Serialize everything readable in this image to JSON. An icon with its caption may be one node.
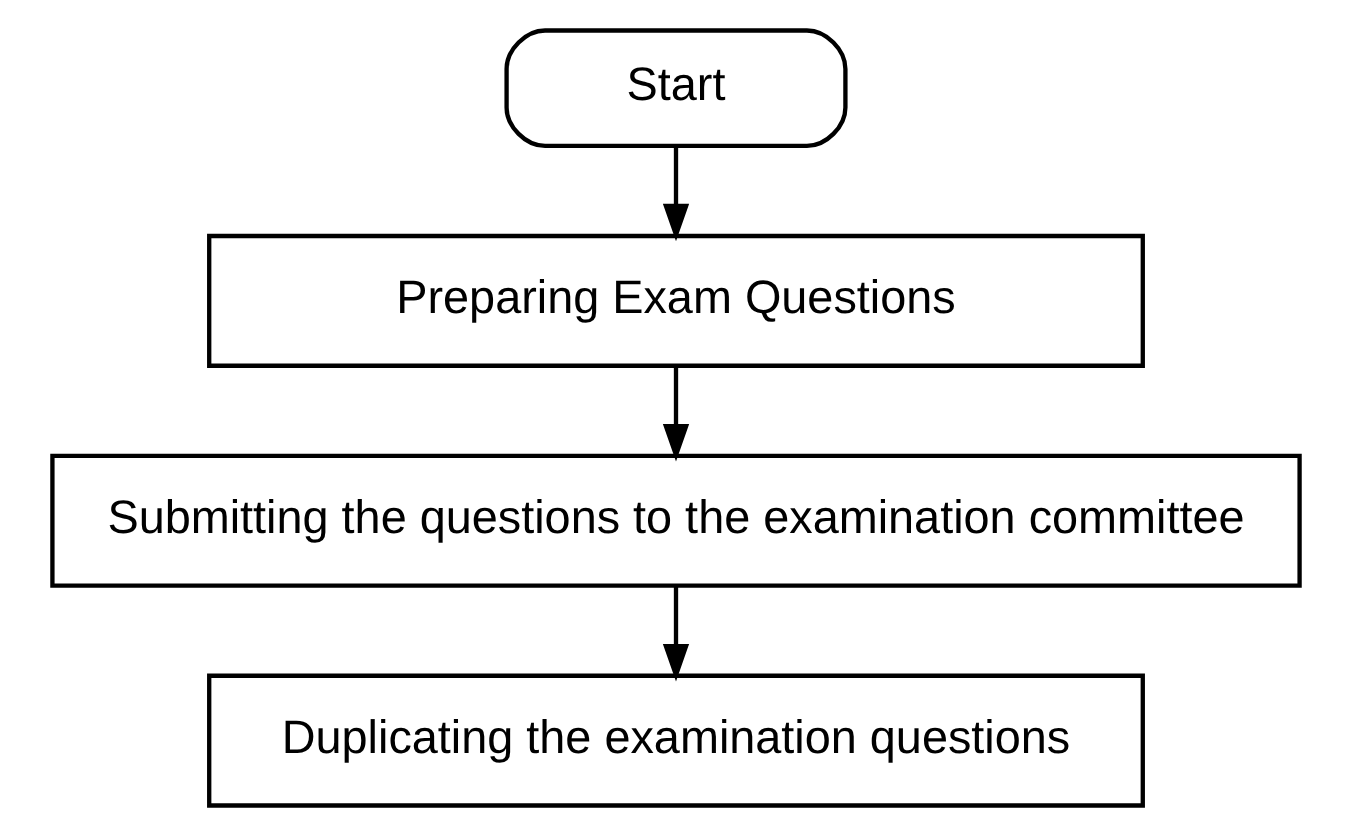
{
  "diagram": {
    "nodes": [
      {
        "text": [
          "Start"
        ]
      },
      {
        "text": [
          "Preparing Exam Questions"
        ]
      },
      {
        "text": [
          "Submitting the questions to the examination committee"
        ]
      },
      {
        "text": [
          "Duplicating the examination questions"
        ]
      }
    ],
    "edges": [
      {
        "from": 0,
        "to": 1,
        "arrow": "to"
      },
      {
        "from": 1,
        "to": 2,
        "arrow": "to"
      },
      {
        "from": 2,
        "to": 3,
        "arrow": "to"
      }
    ]
  }
}
